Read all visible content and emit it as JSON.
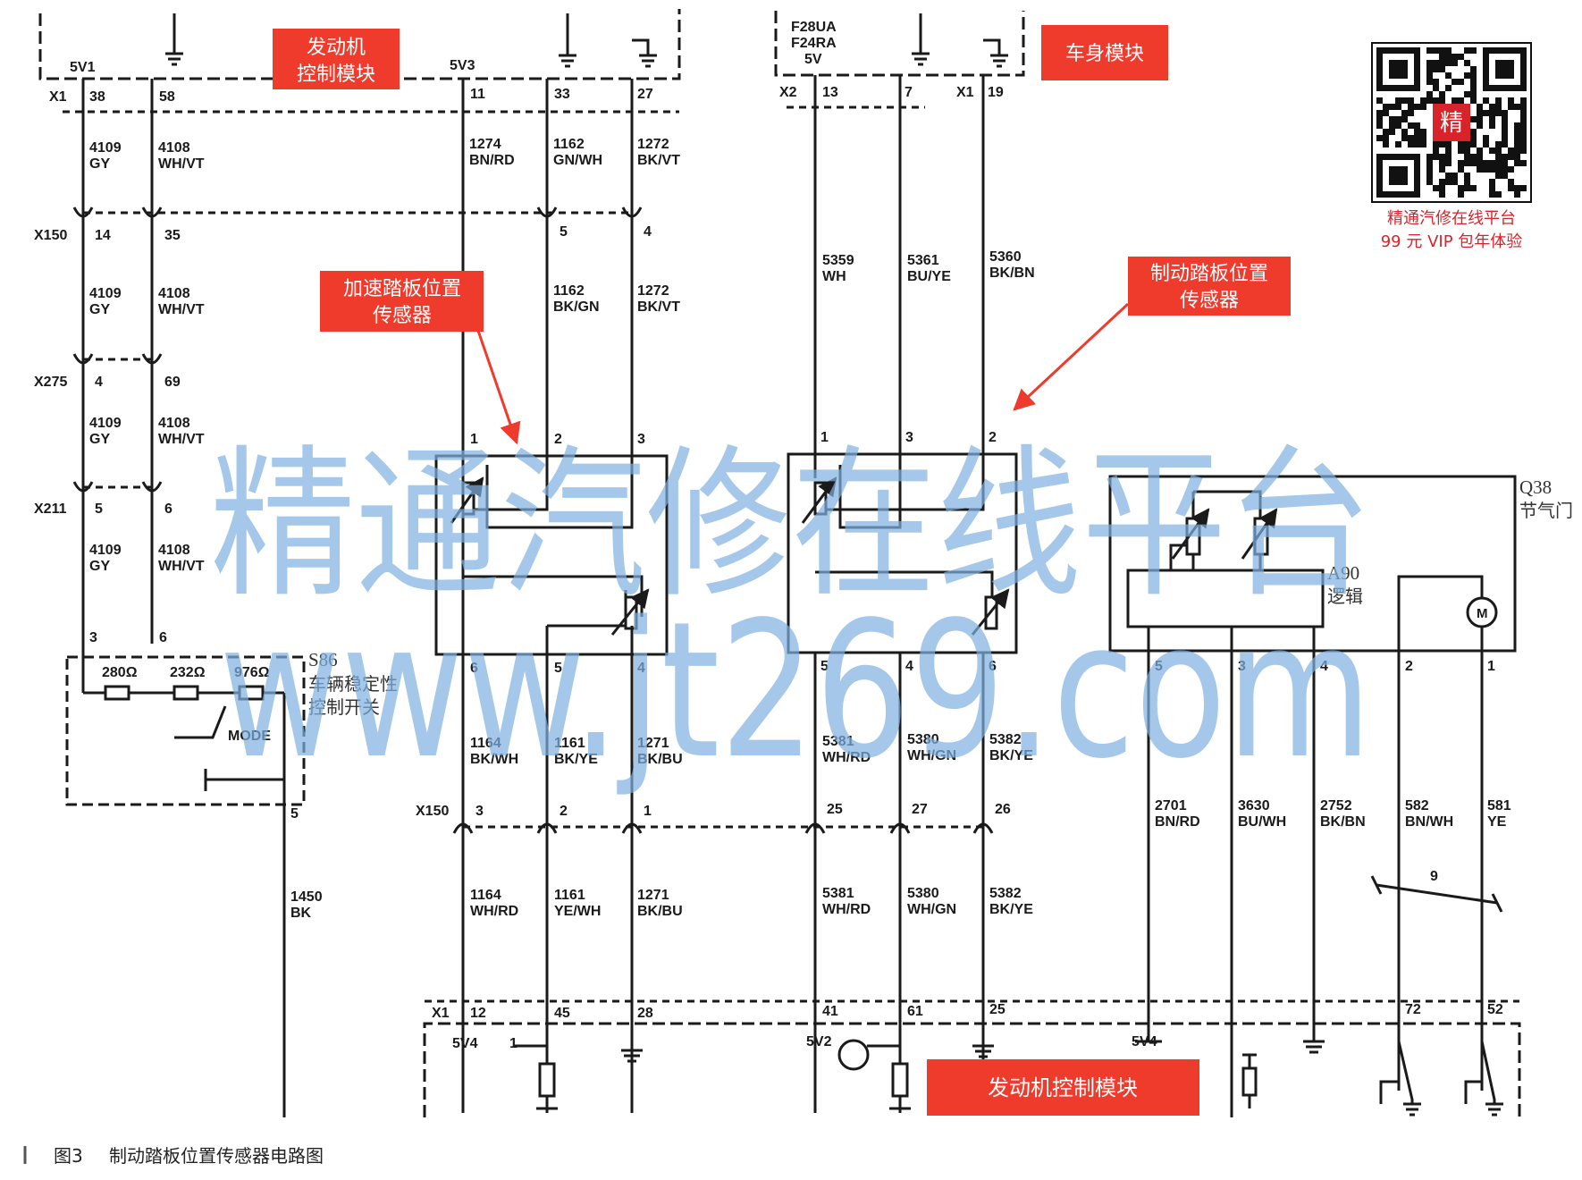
{
  "labels": {
    "ecm_top": [
      "发动机",
      "控制模块"
    ],
    "bcm": "车身模块",
    "app_sensor": [
      "加速踏板位置",
      "传感器"
    ],
    "bpp_sensor": [
      "制动踏板位置",
      "传感器"
    ],
    "ecm_bottom": "发动机控制模块",
    "throttle_ref": "Q38",
    "throttle_name": "节气门",
    "logic_ref": "A90",
    "logic_name": "逻辑",
    "esc_ref": "S86",
    "esc_name": [
      "车辆稳定性",
      "控制开关"
    ],
    "mode": "MODE",
    "motor": "M",
    "twist": "9"
  },
  "qr": {
    "center_char": "精",
    "line1": "精通汽修在线平台",
    "line2": "99 元 VIP 包年体验"
  },
  "watermark": {
    "line1": "精通汽修在线平台",
    "line2": "www.jt269.com"
  },
  "caption": {
    "number": "图3",
    "text": "制动踏板位置传感器电路图"
  },
  "colors": {
    "label_bg": "#ee3b2c",
    "label_text": "#ffffff",
    "line": "#1a1a1a",
    "watermark": "#7fb2e2"
  },
  "top_ref": {
    "ecm_v1": "5V1",
    "ecm_v3": "5V3",
    "bcm_v": [
      "F28UA",
      "F24RA",
      "5V"
    ],
    "x1": "X1",
    "x2": "X2",
    "x1b": "X1"
  },
  "top_pins": [
    "38",
    "58",
    "11",
    "33",
    "27",
    "13",
    "7",
    "19"
  ],
  "left_connectors": [
    {
      "name": "X150",
      "pins": [
        "14",
        "35"
      ]
    },
    {
      "name": "X275",
      "pins": [
        "4",
        "69"
      ]
    },
    {
      "name": "X211",
      "pins": [
        "5",
        "6"
      ]
    }
  ],
  "left_wires": [
    [
      "4109",
      "GY"
    ],
    [
      "4108",
      "WH/VT"
    ],
    [
      "4109",
      "GY"
    ],
    [
      "4108",
      "WH/VT"
    ],
    [
      "4109",
      "GY"
    ],
    [
      "4108",
      "WH/VT"
    ],
    [
      "4109",
      "GY"
    ],
    [
      "4108",
      "WH/VT"
    ]
  ],
  "upper_wires": [
    [
      "1274",
      "BN/RD"
    ],
    [
      "1162",
      "GN/WH"
    ],
    [
      "1272",
      "BK/VT"
    ],
    [
      "1162",
      "BK/GN"
    ],
    [
      "1272",
      "BK/VT"
    ],
    [
      "5359",
      "WH"
    ],
    [
      "5361",
      "BU/YE"
    ],
    [
      "5360",
      "BK/BN"
    ]
  ],
  "x150_mid_pins": [
    "5",
    "4"
  ],
  "sensor_top_pins": [
    "1",
    "2",
    "3",
    "1",
    "3",
    "2"
  ],
  "sensor_bottom_pins": [
    "6",
    "5",
    "4",
    "5",
    "4",
    "6"
  ],
  "esc_pins": {
    "top": [
      "3",
      "6"
    ],
    "bottom": "5"
  },
  "resistors": [
    "280Ω",
    "232Ω",
    "976Ω"
  ],
  "esc_wire": [
    "1450",
    "BK"
  ],
  "lower_wires_a": [
    [
      "1164",
      "BK/WH"
    ],
    [
      "1161",
      "BK/YE"
    ],
    [
      "1271",
      "BK/BU"
    ],
    [
      "5381",
      "WH/RD"
    ],
    [
      "5380",
      "WH/GN"
    ],
    [
      "5382",
      "BK/YE"
    ]
  ],
  "x150_low": {
    "name": "X150",
    "pins": [
      "3",
      "2",
      "1",
      "25",
      "27",
      "26"
    ]
  },
  "lower_wires_b": [
    [
      "1164",
      "WH/RD"
    ],
    [
      "1161",
      "YE/WH"
    ],
    [
      "1271",
      "BK/BU"
    ],
    [
      "5381",
      "WH/RD"
    ],
    [
      "5380",
      "WH/GN"
    ],
    [
      "5382",
      "BK/YE"
    ]
  ],
  "throttle_pins": [
    "5",
    "3",
    "4",
    "2",
    "1"
  ],
  "throttle_wires": [
    [
      "2701",
      "BN/RD"
    ],
    [
      "3630",
      "BU/WH"
    ],
    [
      "2752",
      "BK/BN"
    ],
    [
      "582",
      "BN/WH"
    ],
    [
      "581",
      "YE"
    ]
  ],
  "bottom_ref": {
    "x1": "X1",
    "pins": [
      "12",
      "45",
      "28",
      "41",
      "61",
      "25",
      "72",
      "52"
    ],
    "v4": "5V4",
    "v2": "5V2",
    "v4b": "5V4",
    "pin1": "1"
  }
}
